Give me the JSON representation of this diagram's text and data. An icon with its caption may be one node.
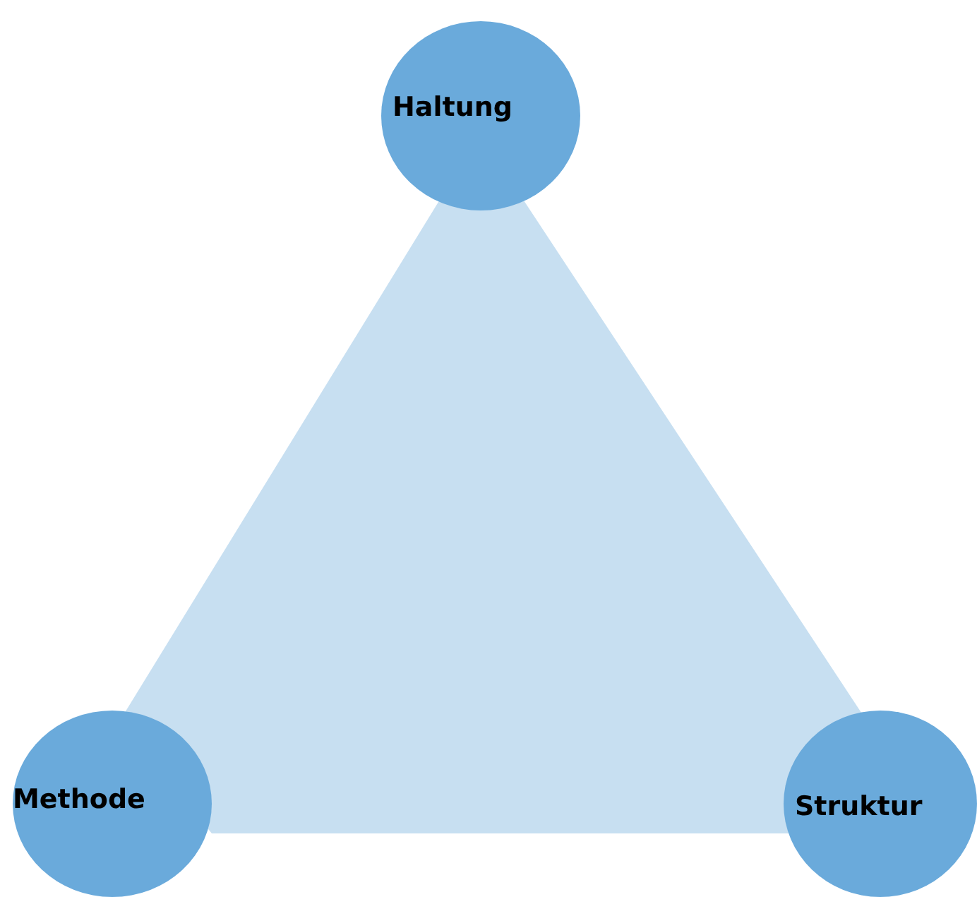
{
  "diagram": {
    "nodes": [
      {
        "text": [
          "Haltung"
        ]
      },
      {
        "text": [
          "Methode"
        ]
      },
      {
        "text": [
          "Struktur"
        ]
      }
    ]
  }
}
